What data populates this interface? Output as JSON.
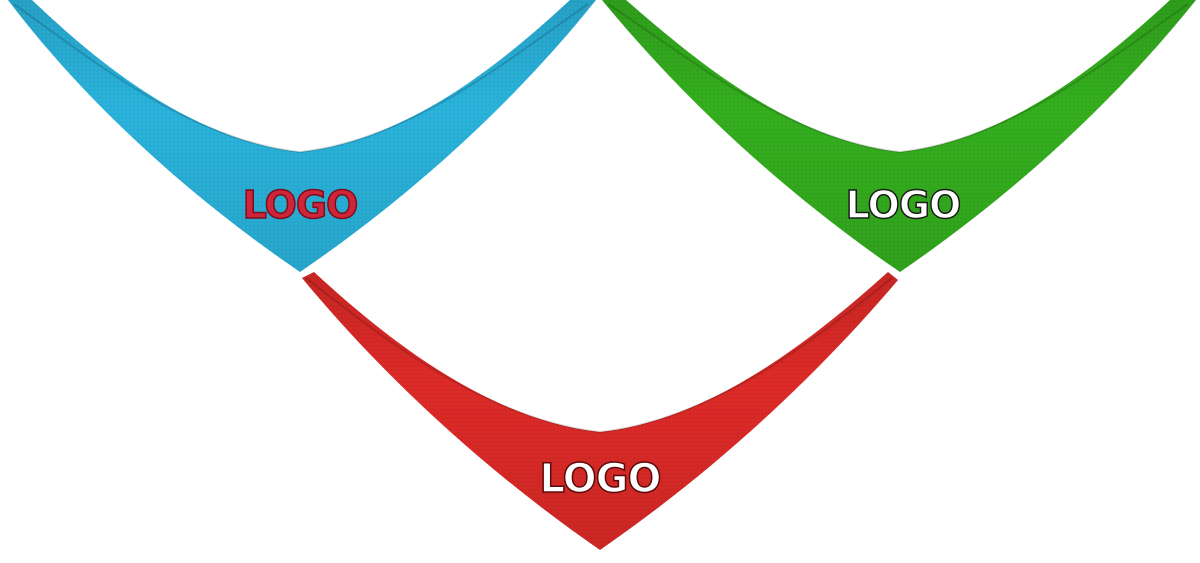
{
  "bandanas": [
    {
      "color": "#2bb6df",
      "logo_text": "LOGO",
      "logo_fill": "#d0243a",
      "logo_stroke": "#7a0f1c"
    },
    {
      "color": "#35b11f",
      "logo_text": "LOGO",
      "logo_fill": "#ffffff",
      "logo_stroke": "#1b1b1b"
    },
    {
      "color": "#e02b28",
      "logo_text": "LOGO",
      "logo_fill": "#ffffff",
      "logo_stroke": "#5a0b0b"
    }
  ]
}
